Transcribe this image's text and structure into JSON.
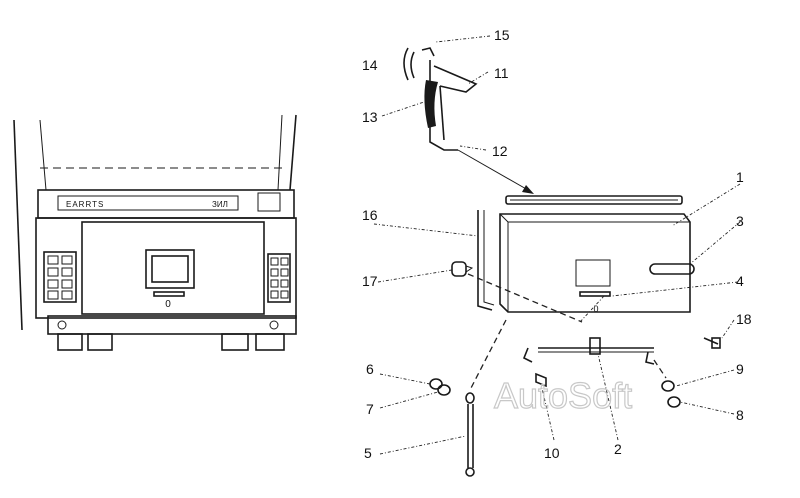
{
  "watermark": "AutoSoft",
  "dash_label": "EARRTS",
  "dash_label_right": "ЗИЛ",
  "center_mark": "0",
  "parts": {
    "p1": "1",
    "p2": "2",
    "p3": "3",
    "p4": "4",
    "p5": "5",
    "p6": "6",
    "p7": "7",
    "p8": "8",
    "p9": "9",
    "p10": "10",
    "p11": "11",
    "p12": "12",
    "p13": "13",
    "p14": "14",
    "p15": "15",
    "p16": "16",
    "p17": "17",
    "p18": "18"
  },
  "colors": {
    "ink": "#1a1a1a",
    "watermark": "#c8c8c8",
    "background": "#ffffff"
  }
}
